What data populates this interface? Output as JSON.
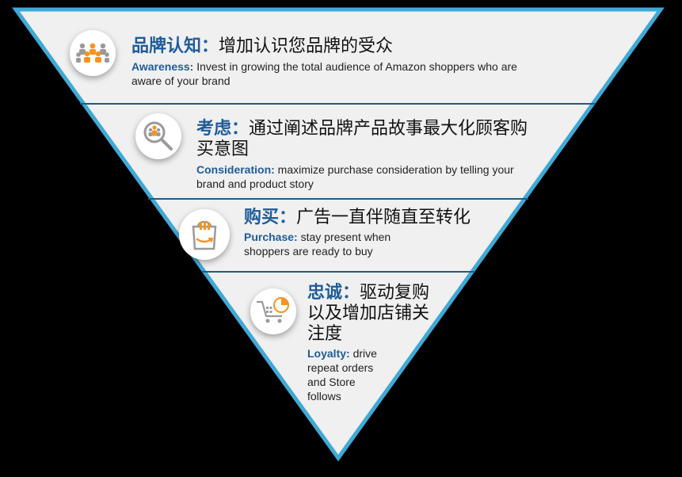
{
  "stages": [
    {
      "zh_label": "品牌认知：",
      "zh_text": "增加认识您品牌的受众",
      "en_label": "Awareness:",
      "en_text": " Invest in growing the total audience of Amazon shoppers who are aware of your brand",
      "icon": "people-group-icon"
    },
    {
      "zh_label": "考虑：",
      "zh_text": "通过阐述品牌产品故事最大化顾客购买意图",
      "en_label": "Consideration:",
      "en_text": " maximize purchase consideration by telling your brand and product story",
      "icon": "magnifier-people-icon"
    },
    {
      "zh_label": "购买：",
      "zh_text": "广告一直伴随直至转化",
      "en_label": "Purchase:",
      "en_text": " stay present when shoppers are ready to buy",
      "icon": "shopping-bag-icon"
    },
    {
      "zh_label": "忠诚：",
      "zh_text": "驱动复购以及增加店铺关注度",
      "en_label": "Loyalty:",
      "en_text": " drive repeat orders and Store follows",
      "icon": "cart-pie-icon"
    }
  ],
  "colors": {
    "border": "#3fa9d6",
    "divider": "#1a5c8a",
    "fill": "#f0f0f0",
    "accent": "#1f5c99",
    "icon_orange": "#f7931e"
  }
}
